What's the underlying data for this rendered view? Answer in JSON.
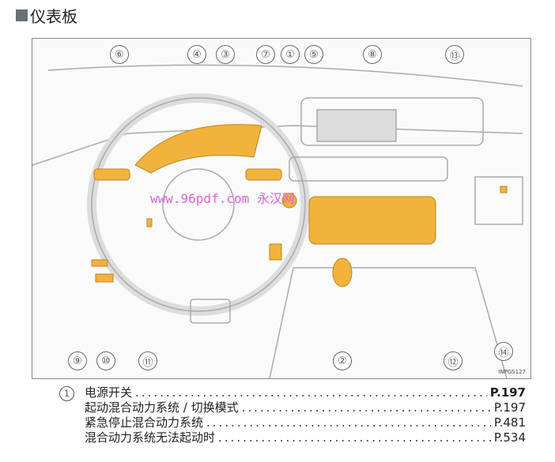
{
  "title": "仪表板",
  "figure": {
    "callouts_top": [
      "⑥",
      "④",
      "③",
      "⑦",
      "①",
      "⑤",
      "⑧",
      "⑬"
    ],
    "callouts_bottom": [
      "⑨",
      "⑩",
      "⑪",
      "②",
      "⑫",
      "⑭"
    ],
    "code": "INPGS127",
    "watermark": "www.96pdf.com 永汉网",
    "accent": "#f2b33d"
  },
  "list": {
    "marker": "1",
    "items": [
      {
        "label": "电源开关",
        "page": "P.197"
      },
      {
        "label": "起动混合动力系统 / 切换模式",
        "page": "P.197"
      },
      {
        "label": "紧急停止混合动力系统",
        "page": "P.481"
      },
      {
        "label": "混合动力系统无法起动时",
        "page": "P.534"
      }
    ]
  }
}
